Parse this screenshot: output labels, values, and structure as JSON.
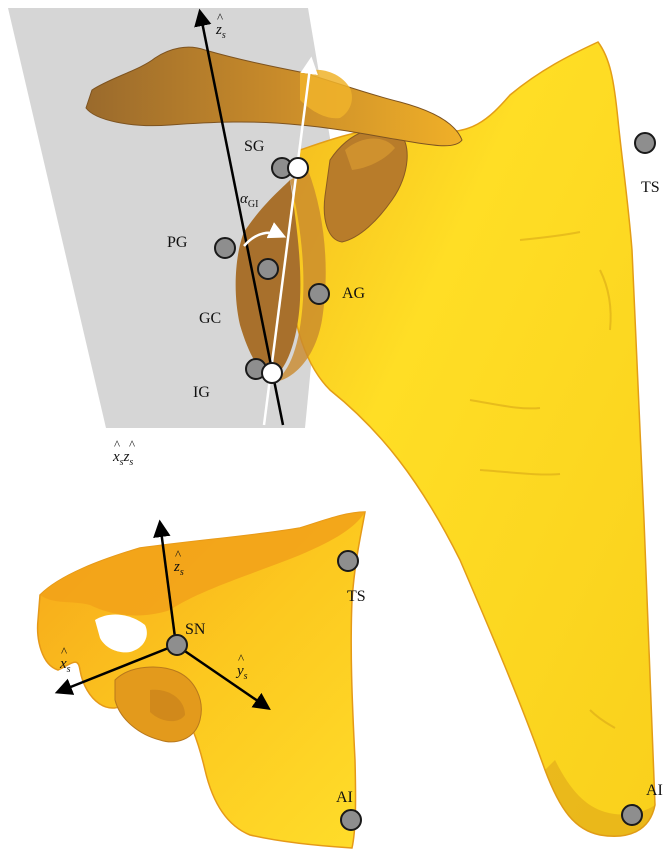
{
  "colors": {
    "plane": "#d7d7d7",
    "bone_main": "#f7d21a",
    "bone_light": "#ffe22b",
    "bone_orange": "#f1a318",
    "bone_brown": "#b0722a",
    "bone_dark": "#8a5a22",
    "marker_fill": "#8e8e8e",
    "marker_stroke": "#1a1a1a",
    "axis": "#000000",
    "white_axis": "#ffffff"
  },
  "main_view": {
    "axis_label": {
      "symbol": "z",
      "sub": "s"
    },
    "angle_label": {
      "symbol": "α",
      "sub": "GI"
    },
    "plane_label": {
      "a": "x",
      "a_sub": "s",
      "b": "z",
      "b_sub": "s"
    },
    "landmarks": [
      {
        "id": "SG",
        "label": "SG"
      },
      {
        "id": "PG",
        "label": "PG"
      },
      {
        "id": "AG",
        "label": "AG"
      },
      {
        "id": "GC",
        "label": "GC"
      },
      {
        "id": "IG",
        "label": "IG"
      },
      {
        "id": "TS",
        "label": "TS"
      },
      {
        "id": "AI",
        "label": "AI"
      }
    ]
  },
  "inset_view": {
    "axes": [
      {
        "id": "zs",
        "symbol": "z",
        "sub": "s"
      },
      {
        "id": "xs",
        "symbol": "x",
        "sub": "s"
      },
      {
        "id": "ys",
        "symbol": "y",
        "sub": "s"
      }
    ],
    "landmarks": [
      {
        "id": "SN",
        "label": "SN"
      },
      {
        "id": "TS",
        "label": "TS"
      },
      {
        "id": "AI",
        "label": "AI"
      }
    ]
  }
}
